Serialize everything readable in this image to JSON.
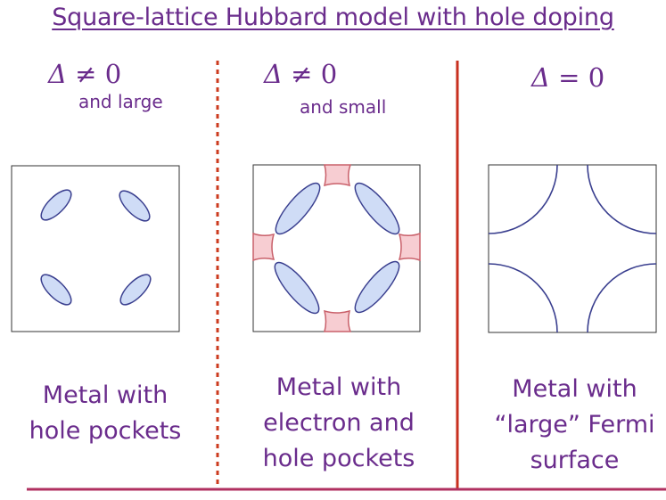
{
  "title": "Square-lattice Hubbard model with hole doping",
  "panels": [
    {
      "delta": {
        "symbol": "Δ",
        "operator": "≠",
        "value": "0"
      },
      "qualifier": "and large",
      "caption": [
        "Metal with",
        "hole pockets"
      ]
    },
    {
      "delta": {
        "symbol": "Δ",
        "operator": "≠",
        "value": "0"
      },
      "qualifier": "and small",
      "caption": [
        "Metal with",
        "electron and",
        "hole pockets"
      ]
    },
    {
      "delta": {
        "symbol": "Δ",
        "operator": "=",
        "value": "0"
      },
      "qualifier": "",
      "caption": [
        "Metal with",
        "“large” Fermi",
        "surface"
      ]
    }
  ],
  "colors": {
    "text": "#6a2c8c",
    "hole_pocket_fill": "#cfdcf6",
    "pocket_stroke": "#3a3f8f",
    "electron_pocket_fill": "#f7cdd2",
    "electron_pocket_stroke": "#c9606a",
    "divider_dotted": "#cc3b1f",
    "divider_solid": "#c8301f",
    "baseline": "#b03060"
  }
}
